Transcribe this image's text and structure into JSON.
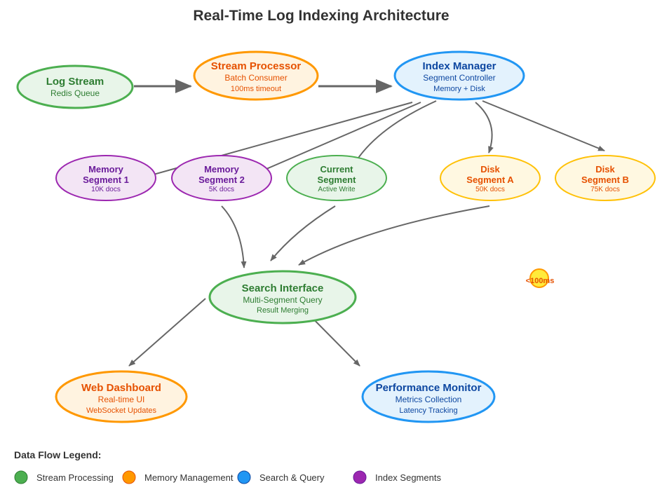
{
  "title": "Real-Time Log Indexing Architecture",
  "colors": {
    "green": {
      "fill": "#e8f5e9",
      "stroke": "#4caf50",
      "text": "#2e7d32"
    },
    "orange": {
      "fill": "#fff3e0",
      "stroke": "#ff9800",
      "text": "#e65100"
    },
    "blue": {
      "fill": "#e3f2fd",
      "stroke": "#2196f3",
      "text": "#0d47a1"
    },
    "purple": {
      "fill": "#f3e5f5",
      "stroke": "#9c27b0",
      "text": "#6a1b9a"
    },
    "yellow": {
      "fill": "#fff8e1",
      "stroke": "#ffc107",
      "text": "#e65100"
    },
    "arrow": "#666666"
  },
  "nodes": {
    "log_stream": {
      "title": "Log Stream",
      "lines": [
        "Redis Queue"
      ]
    },
    "stream_processor": {
      "title": "Stream Processor",
      "lines": [
        "Batch Consumer",
        "100ms timeout"
      ]
    },
    "index_manager": {
      "title": "Index Manager",
      "lines": [
        "Segment Controller",
        "Memory + Disk"
      ]
    },
    "memory_segment_1": {
      "title": "Memory",
      "title2": "Segment 1",
      "lines": [
        "10K docs"
      ]
    },
    "memory_segment_2": {
      "title": "Memory",
      "title2": "Segment 2",
      "lines": [
        "5K docs"
      ]
    },
    "current_segment": {
      "title": "Current",
      "title2": "Segment",
      "lines": [
        "Active Write"
      ]
    },
    "disk_segment_a": {
      "title": "Disk",
      "title2": "Segment A",
      "lines": [
        "50K docs"
      ]
    },
    "disk_segment_b": {
      "title": "Disk",
      "title2": "Segment B",
      "lines": [
        "75K docs"
      ]
    },
    "search_interface": {
      "title": "Search Interface",
      "lines": [
        "Multi-Segment Query",
        "Result Merging"
      ]
    },
    "web_dashboard": {
      "title": "Web Dashboard",
      "lines": [
        "Real-time UI",
        "WebSocket Updates"
      ]
    },
    "performance_monitor": {
      "title": "Performance Monitor",
      "lines": [
        "Metrics Collection",
        "Latency Tracking"
      ]
    }
  },
  "latency_badge": "<100ms",
  "legend": {
    "title": "Data Flow Legend:",
    "items": [
      {
        "label": "Stream Processing",
        "color": "#4caf50"
      },
      {
        "label": "Memory Management",
        "color": "#ff9800"
      },
      {
        "label": "Search & Query",
        "color": "#2196f3"
      },
      {
        "label": "Index Segments",
        "color": "#9c27b0"
      }
    ]
  }
}
